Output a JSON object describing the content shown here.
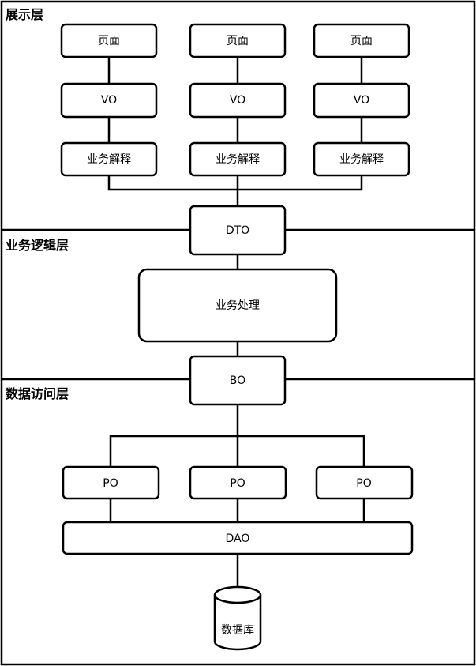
{
  "layers": {
    "presentation": "展示层",
    "business": "业务逻辑层",
    "data_access": "数据访问层"
  },
  "presentation": {
    "pages": [
      "页面",
      "页面",
      "页面"
    ],
    "vos": [
      "VO",
      "VO",
      "VO"
    ],
    "interpreters": [
      "业务解释",
      "业务解释",
      "业务解释"
    ]
  },
  "business": {
    "dto": "DTO",
    "processing": "业务处理",
    "bo": "BO"
  },
  "data_access": {
    "pos": [
      "PO",
      "PO",
      "PO"
    ],
    "dao": "DAO",
    "database": "数据库"
  }
}
